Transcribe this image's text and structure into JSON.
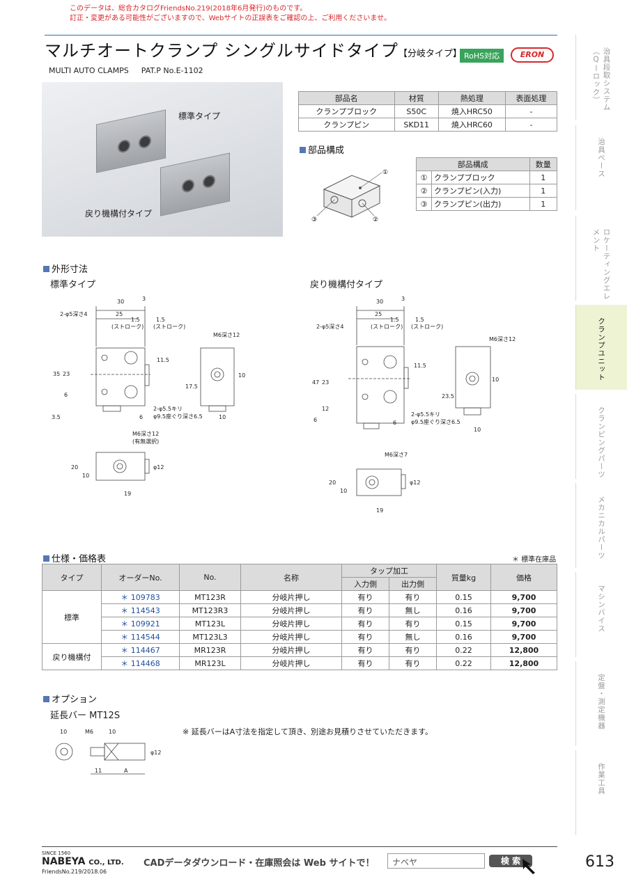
{
  "notice": {
    "line1": "このデータは、総合カタログFriendsNo.219(2018年6月発行)のものです。",
    "line2": "訂正・変更がある可能性がございますので、Webサイトの正誤表をご確認の上、ご利用くださいませ。"
  },
  "header": {
    "title": "マルチオートクランプ シングルサイドタイプ",
    "subtitle": "【分岐タイプ】",
    "rohs": "RoHS対応",
    "brand": "ERON",
    "en_name": "MULTI AUTO CLAMPS",
    "patent": "PAT.P No.E-1102"
  },
  "photo": {
    "standard": "標準タイプ",
    "return": "戻り機構付タイプ"
  },
  "materials": {
    "headers": [
      "部品名",
      "材質",
      "熱処理",
      "表面処理"
    ],
    "rows": [
      [
        "クランプブロック",
        "S50C",
        "焼入HRC50",
        "-"
      ],
      [
        "クランプピン",
        "SKD11",
        "焼入HRC60",
        "-"
      ]
    ]
  },
  "parts": {
    "heading": "部品構成",
    "headers": [
      "部品構成",
      "数量"
    ],
    "rows": [
      [
        "①",
        "クランプブロック",
        "1"
      ],
      [
        "②",
        "クランプピン(入力)",
        "1"
      ],
      [
        "③",
        "クランプピン(出力)",
        "1"
      ]
    ],
    "callouts": [
      "①",
      "②",
      "③"
    ]
  },
  "dims": {
    "heading": "外形寸法",
    "standard_label": "標準タイプ",
    "return_label": "戻り機構付タイプ",
    "d30": "30",
    "d3": "3",
    "d25": "25",
    "d15": "1.5",
    "stroke": "(ストローク)",
    "hole2": "2-φ5深さ4",
    "m6_12": "M6深さ12",
    "d35": "35",
    "d23": "23",
    "d6": "6",
    "d115": "11.5",
    "d10": "10",
    "d175": "17.5",
    "kiri": "2-φ5.5キリ",
    "zaguri": "φ9.5座ぐり深さ6.5",
    "d35b": "3.5",
    "m6_12b": "M6深さ12",
    "option": "(有無選択)",
    "d20": "20",
    "d19": "19",
    "d12": "φ12",
    "d47": "47",
    "d12b": "12",
    "d235": "23.5",
    "m6_7": "M6深さ7"
  },
  "spec": {
    "heading": "仕様・価格表",
    "note": "＊ 標準在庫品",
    "headers": {
      "type": "タイプ",
      "order": "オーダーNo.",
      "no": "No.",
      "name": "名称",
      "tap": "タップ加工",
      "in": "入力側",
      "out": "出力側",
      "mass": "質量kg",
      "price": "価格"
    },
    "groups": [
      {
        "type": "標準",
        "rows": [
          {
            "order": "＊ 109783",
            "no": "MT123R",
            "name": "分岐片押し",
            "in": "有り",
            "out": "有り",
            "mass": "0.15",
            "price": "9,700"
          },
          {
            "order": "＊ 114543",
            "no": "MT123R3",
            "name": "分岐片押し",
            "in": "有り",
            "out": "無し",
            "mass": "0.16",
            "price": "9,700"
          },
          {
            "order": "＊ 109921",
            "no": "MT123L",
            "name": "分岐片押し",
            "in": "有り",
            "out": "有り",
            "mass": "0.15",
            "price": "9,700"
          },
          {
            "order": "＊ 114544",
            "no": "MT123L3",
            "name": "分岐片押し",
            "in": "有り",
            "out": "無し",
            "mass": "0.16",
            "price": "9,700"
          }
        ]
      },
      {
        "type": "戻り機構付",
        "rows": [
          {
            "order": "＊ 114467",
            "no": "MR123R",
            "name": "分岐片押し",
            "in": "有り",
            "out": "有り",
            "mass": "0.22",
            "price": "12,800"
          },
          {
            "order": "＊ 114468",
            "no": "MR123L",
            "name": "分岐片押し",
            "in": "有り",
            "out": "有り",
            "mass": "0.22",
            "price": "12,800"
          }
        ]
      }
    ]
  },
  "option": {
    "heading": "オプション",
    "name": "延長バー MT12S",
    "note": "※ 延長バーはA寸法を指定して頂き、別途お見積りさせていただきます。",
    "d10a": "10",
    "m6": "M6",
    "d10b": "10",
    "d11": "11",
    "a": "A",
    "d12": "φ12"
  },
  "sidebar": [
    {
      "label": "治具段取システム（Qーロック）",
      "active": false
    },
    {
      "label": "治具ベース",
      "active": false
    },
    {
      "label": "ロケーティングエレメント",
      "active": false
    },
    {
      "label": "クランプユニット",
      "active": true
    },
    {
      "label": "クランピングパーツ",
      "active": false
    },
    {
      "label": "メカニカルパーツ",
      "active": false
    },
    {
      "label": "マシンバイス",
      "active": false
    },
    {
      "label": "定盤・測定機器",
      "active": false
    },
    {
      "label": "作業工具",
      "active": false
    }
  ],
  "footer": {
    "since": "SINCE 1560",
    "company": "NABEYA",
    "co": "CO., LTD.",
    "friends": "FriendsNo.219/2018.06",
    "cad": "CADデータダウンロード・在庫照会は Web サイトで！",
    "search_value": "ナベヤ",
    "search_btn": "検 索",
    "page": "613"
  }
}
